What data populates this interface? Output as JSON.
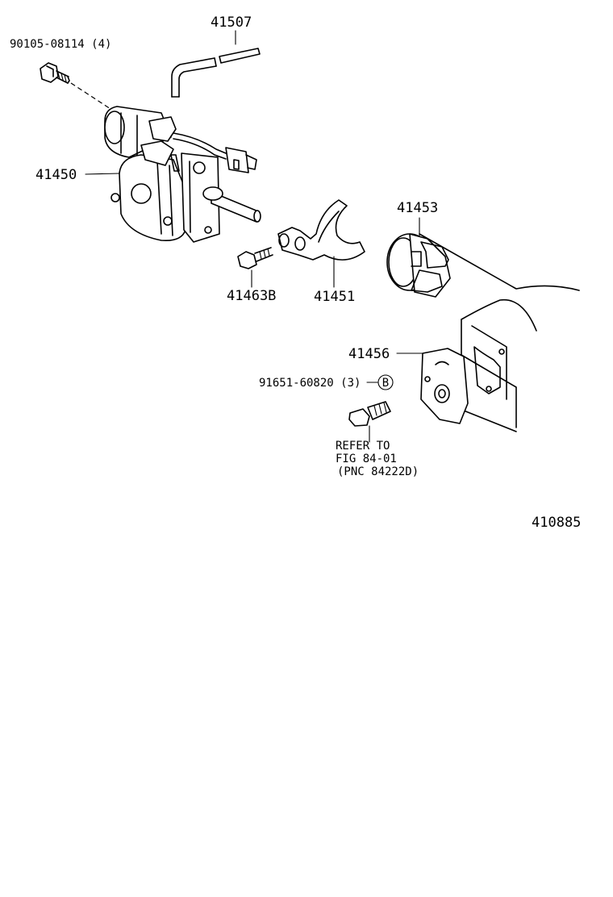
{
  "parts": {
    "bolt_90105": "90105-08114 (4)",
    "hose_41507": "41507",
    "actuator_41450": "41450",
    "hub_sleeve_41453": "41453",
    "bolt_41463b": "41463B",
    "fork_41451": "41451",
    "bracket_41456": "41456",
    "switch_91651": "91651-60820 (3)"
  },
  "callout_b": "B",
  "refer_note": {
    "line1": "REFER TO",
    "line2": "FIG 84-01",
    "line3": "(PNC 84222D)"
  },
  "figure_number": "410885"
}
